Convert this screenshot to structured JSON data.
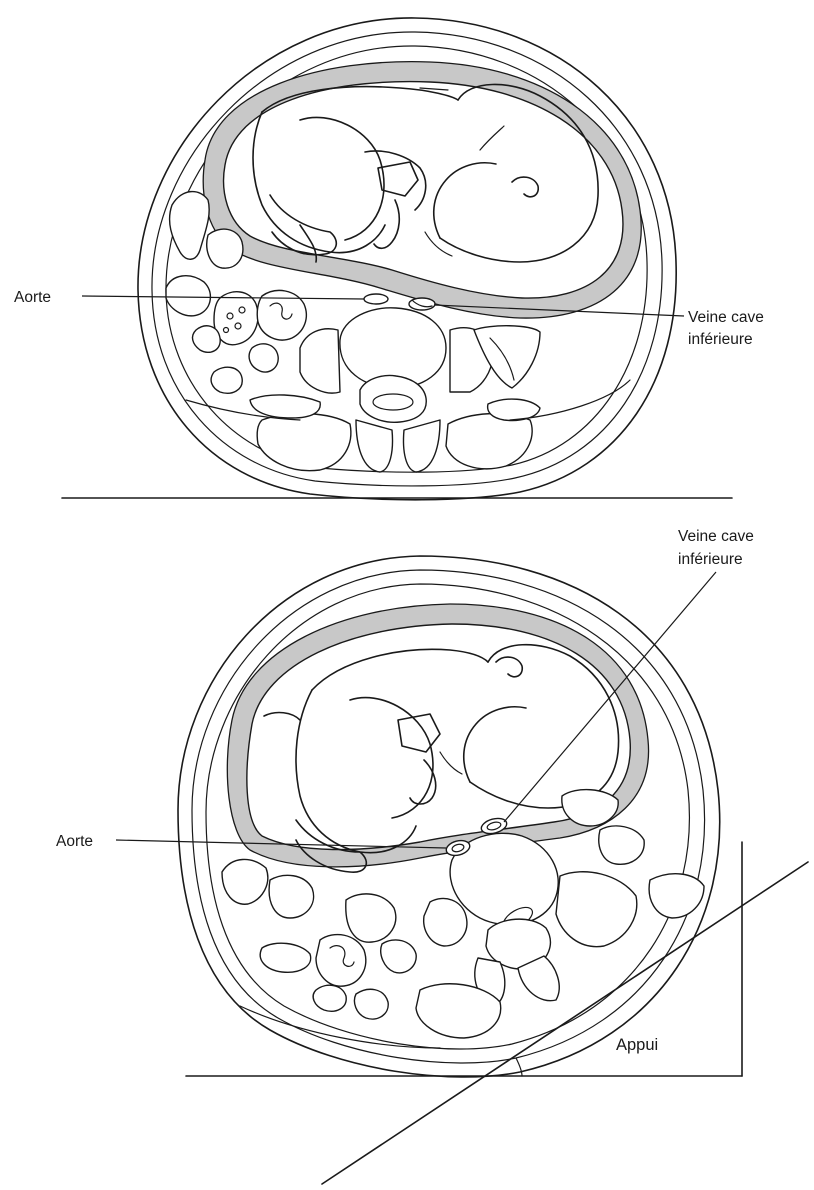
{
  "top_figure": {
    "label_aorta": "Aorte",
    "label_ivc_line1": "Veine cave",
    "label_ivc_line2": "inférieure"
  },
  "bottom_figure": {
    "label_ivc_line1": "Veine cave",
    "label_ivc_line2": "inférieure",
    "label_aorta": "Aorte",
    "label_support": "Appui"
  }
}
